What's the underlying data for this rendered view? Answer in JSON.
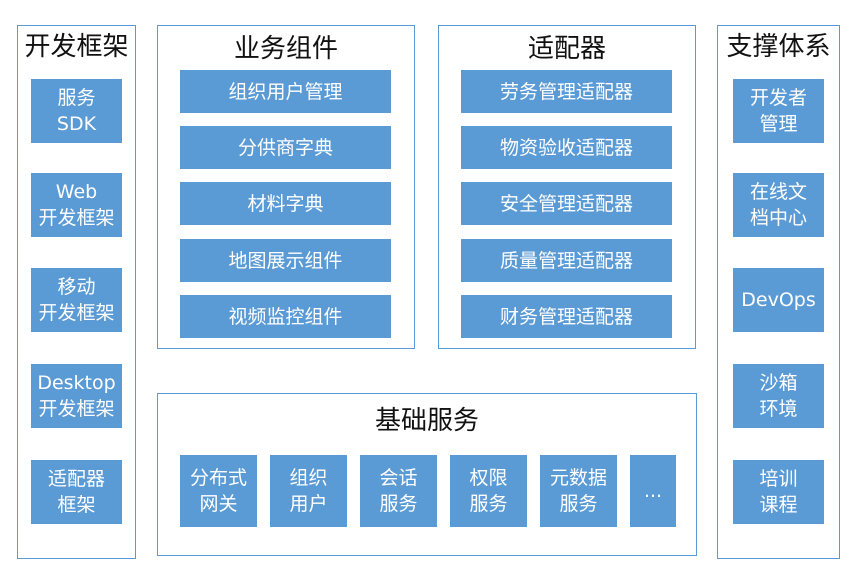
{
  "dev_frameworks": {
    "title": "开发框架",
    "items": [
      "服务\nSDK",
      "Web\n开发框架",
      "移动\n开发框架",
      "Desktop\n开发框架",
      "适配器\n框架"
    ]
  },
  "business_components": {
    "title": "业务组件",
    "items": [
      "组织用户管理",
      "分供商字典",
      "材料字典",
      "地图展示组件",
      "视频监控组件"
    ]
  },
  "adapters": {
    "title": "适配器",
    "items": [
      "劳务管理适配器",
      "物资验收适配器",
      "安全管理适配器",
      "质量管理适配器",
      "财务管理适配器"
    ]
  },
  "support_system": {
    "title": "支撑体系",
    "items": [
      "开发者\n管理",
      "在线文\n档中心",
      "DevOps",
      "沙箱\n环境",
      "培训\n课程"
    ]
  },
  "base_services": {
    "title": "基础服务",
    "items": [
      "分布式\n网关",
      "组织\n用户",
      "会话\n服务",
      "权限\n服务",
      "元数据\n服务",
      "..."
    ]
  }
}
